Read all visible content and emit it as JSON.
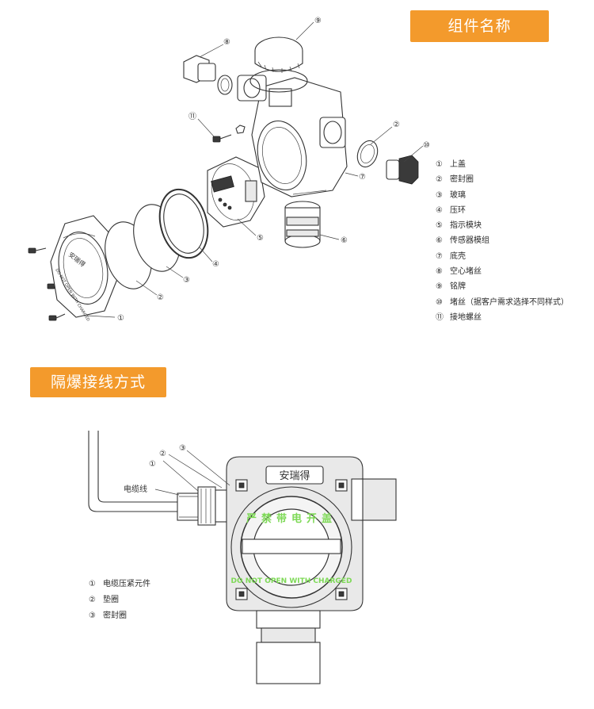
{
  "sections": {
    "components_title": "组件名称",
    "wiring_title": "隔爆接线方式"
  },
  "components_legend": [
    {
      "num": "①",
      "label": "上盖"
    },
    {
      "num": "②",
      "label": "密封圈"
    },
    {
      "num": "③",
      "label": "玻璃"
    },
    {
      "num": "④",
      "label": "压环"
    },
    {
      "num": "⑤",
      "label": "指示模块"
    },
    {
      "num": "⑥",
      "label": "传感器模组"
    },
    {
      "num": "⑦",
      "label": "底壳"
    },
    {
      "num": "⑧",
      "label": "空心堵丝"
    },
    {
      "num": "⑨",
      "label": "铭牌"
    },
    {
      "num": "⑩",
      "label": "堵丝（据客户需求选择不同样式）"
    },
    {
      "num": "⑪",
      "label": "接地螺丝"
    }
  ],
  "exploded_callouts": {
    "c1": "①",
    "c2": "②",
    "c3": "③",
    "c4": "④",
    "c5": "⑤",
    "c6": "⑥",
    "c7": "⑦",
    "c8": "⑧",
    "c9": "⑨",
    "c10": "⑩",
    "c11": "⑪",
    "c2b": "②"
  },
  "cover_text": {
    "brand": "安瑞得",
    "warning_cn": "严禁带电开盖",
    "warning_en": "DO NOT OPEN WITH CHARGED"
  },
  "wiring_callouts": {
    "c1": "①",
    "c2": "②",
    "c3": "③"
  },
  "cable_label": "电缆线",
  "wiring_legend": [
    {
      "num": "①",
      "label": "电缆压紧元件"
    },
    {
      "num": "②",
      "label": "垫圈"
    },
    {
      "num": "③",
      "label": "密封圈"
    }
  ],
  "device_label": {
    "brand": "安瑞得",
    "warning_cn": "严禁带电开盖",
    "warning_en": "DO NOT OPEN WITH CHARGED"
  },
  "colors": {
    "banner": "#f39a2c",
    "warning_green": "#7ed957"
  }
}
